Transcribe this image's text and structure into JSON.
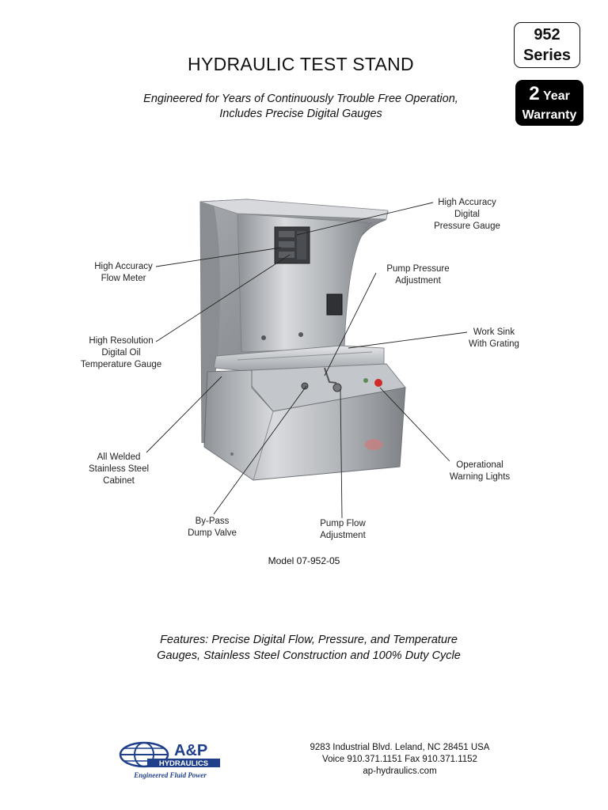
{
  "header": {
    "title": "HYDRAULIC TEST STAND",
    "subtitle_line1": "Engineered for Years of Continuously Trouble Free Operation,",
    "subtitle_line2": "Includes Precise Digital Gauges"
  },
  "series_badge": {
    "line1": "952",
    "line2": "Series"
  },
  "warranty_badge": {
    "number": "2",
    "unit": "Year",
    "label": "Warranty"
  },
  "callouts": {
    "pressure_gauge": [
      "High Accuracy",
      "Digital",
      "Pressure Gauge"
    ],
    "flow_meter": [
      "High Accuracy",
      "Flow Meter"
    ],
    "pump_pressure": [
      "Pump Pressure",
      "Adjustment"
    ],
    "work_sink": [
      "Work Sink",
      "With Grating"
    ],
    "temp_gauge": [
      "High Resolution",
      "Digital Oil",
      "Temperature Gauge"
    ],
    "cabinet": [
      "All Welded",
      "Stainless Steel",
      "Cabinet"
    ],
    "warning_lights": [
      "Operational",
      "Warning Lights"
    ],
    "bypass_valve": [
      "By-Pass",
      "Dump Valve"
    ],
    "pump_flow": [
      "Pump Flow",
      "Adjustment"
    ]
  },
  "model": "Model 07-952-05",
  "features": {
    "line1": "Features: Precise Digital Flow, Pressure, and Temperature",
    "line2": "Gauges, Stainless Steel Construction and 100% Duty Cycle"
  },
  "logo": {
    "name": "A&P HYDRAULICS",
    "tagline": "Engineered Fluid Power"
  },
  "contact": {
    "address": "9283 Industrial Blvd. Leland, NC 28451 USA",
    "phone": "Voice 910.371.1151 Fax 910.371.1152",
    "web": "ap-hydraulics.com"
  },
  "colors": {
    "brand_blue": "#1f3f8a",
    "warning_red": "#d22a2a",
    "steel": "#b9bcc0"
  }
}
